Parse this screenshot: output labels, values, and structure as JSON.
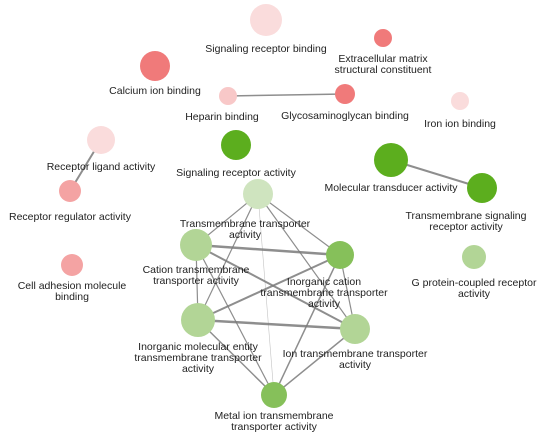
{
  "colors": {
    "red_strong": "#f07a7a",
    "red_medium": "#f4a3a3",
    "red_light": "#f8c8c8",
    "red_pale": "#fadcdc",
    "green_strong": "#5cae1e",
    "green_medium": "#86c05a",
    "green_light": "#b2d596",
    "green_pale": "#cfe4bf",
    "edge": "#7a7a7a"
  },
  "nodes": [
    {
      "id": "signaling-receptor-binding",
      "label": [
        "Signaling receptor binding"
      ],
      "color": "red_pale"
    },
    {
      "id": "extracellular-matrix-structural-constituent",
      "label": [
        "Extracellular matrix",
        "structural constituent"
      ],
      "color": "red_strong"
    },
    {
      "id": "calcium-ion-binding",
      "label": [
        "Calcium ion binding"
      ],
      "color": "red_strong"
    },
    {
      "id": "heparin-binding",
      "label": [
        "Heparin binding"
      ],
      "color": "red_light"
    },
    {
      "id": "glycosaminoglycan-binding",
      "label": [
        "Glycosaminoglycan binding"
      ],
      "color": "red_strong"
    },
    {
      "id": "iron-ion-binding",
      "label": [
        "Iron ion binding"
      ],
      "color": "red_pale"
    },
    {
      "id": "receptor-ligand-activity",
      "label": [
        "Receptor ligand activity"
      ],
      "color": "red_pale"
    },
    {
      "id": "receptor-regulator-activity",
      "label": [
        "Receptor regulator activity"
      ],
      "color": "red_medium"
    },
    {
      "id": "cell-adhesion-molecule-binding",
      "label": [
        "Cell adhesion molecule",
        "binding"
      ],
      "color": "red_medium"
    },
    {
      "id": "signaling-receptor-activity",
      "label": [
        "Signaling receptor activity"
      ],
      "color": "green_strong"
    },
    {
      "id": "molecular-transducer-activity",
      "label": [
        "Molecular transducer activity"
      ],
      "color": "green_strong"
    },
    {
      "id": "transmembrane-signaling-receptor-activity",
      "label": [
        "Transmembrane signaling",
        "receptor activity"
      ],
      "color": "green_strong"
    },
    {
      "id": "g-protein-coupled-receptor-activity",
      "label": [
        "G protein-coupled receptor",
        "activity"
      ],
      "color": "green_light"
    },
    {
      "id": "transmembrane-transporter-activity",
      "label": [
        "Transmembrane transporter",
        "activity"
      ],
      "color": "green_pale"
    },
    {
      "id": "cation-transmembrane-transporter-activity",
      "label": [
        "Cation transmembrane",
        "transporter activity"
      ],
      "color": "green_light"
    },
    {
      "id": "inorganic-cation-transmembrane-transporter-activity",
      "label": [
        "Inorganic cation",
        "transmembrane transporter",
        "activity"
      ],
      "color": "green_medium"
    },
    {
      "id": "inorganic-molecular-entity-transmembrane-transporter-activity",
      "label": [
        "Inorganic molecular entity",
        "transmembrane transporter",
        "activity"
      ],
      "color": "green_light"
    },
    {
      "id": "ion-transmembrane-transporter-activity",
      "label": [
        "Ion transmembrane transporter",
        "activity"
      ],
      "color": "green_light"
    },
    {
      "id": "metal-ion-transmembrane-transporter-activity",
      "label": [
        "Metal ion transmembrane",
        "transporter activity"
      ],
      "color": "green_medium"
    }
  ],
  "edges": [
    {
      "source": "heparin-binding",
      "target": "glycosaminoglycan-binding",
      "weight": 1.5
    },
    {
      "source": "receptor-ligand-activity",
      "target": "receptor-regulator-activity",
      "weight": 2
    },
    {
      "source": "molecular-transducer-activity",
      "target": "transmembrane-signaling-receptor-activity",
      "weight": 2
    },
    {
      "source": "transmembrane-transporter-activity",
      "target": "cation-transmembrane-transporter-activity",
      "weight": 1.2
    },
    {
      "source": "transmembrane-transporter-activity",
      "target": "inorganic-cation-transmembrane-transporter-activity",
      "weight": 1.2
    },
    {
      "source": "transmembrane-transporter-activity",
      "target": "inorganic-molecular-entity-transmembrane-transporter-activity",
      "weight": 1.2
    },
    {
      "source": "transmembrane-transporter-activity",
      "target": "ion-transmembrane-transporter-activity",
      "weight": 1.2
    },
    {
      "source": "transmembrane-transporter-activity",
      "target": "metal-ion-transmembrane-transporter-activity",
      "weight": 0.6
    },
    {
      "source": "cation-transmembrane-transporter-activity",
      "target": "inorganic-cation-transmembrane-transporter-activity",
      "weight": 2.5
    },
    {
      "source": "cation-transmembrane-transporter-activity",
      "target": "inorganic-molecular-entity-transmembrane-transporter-activity",
      "weight": 1.2
    },
    {
      "source": "cation-transmembrane-transporter-activity",
      "target": "ion-transmembrane-transporter-activity",
      "weight": 2
    },
    {
      "source": "cation-transmembrane-transporter-activity",
      "target": "metal-ion-transmembrane-transporter-activity",
      "weight": 1.2
    },
    {
      "source": "inorganic-cation-transmembrane-transporter-activity",
      "target": "inorganic-molecular-entity-transmembrane-transporter-activity",
      "weight": 2
    },
    {
      "source": "inorganic-cation-transmembrane-transporter-activity",
      "target": "ion-transmembrane-transporter-activity",
      "weight": 1.2
    },
    {
      "source": "inorganic-cation-transmembrane-transporter-activity",
      "target": "metal-ion-transmembrane-transporter-activity",
      "weight": 1.5
    },
    {
      "source": "inorganic-molecular-entity-transmembrane-transporter-activity",
      "target": "ion-transmembrane-transporter-activity",
      "weight": 2.5
    },
    {
      "source": "inorganic-molecular-entity-transmembrane-transporter-activity",
      "target": "metal-ion-transmembrane-transporter-activity",
      "weight": 1.5
    },
    {
      "source": "ion-transmembrane-transporter-activity",
      "target": "metal-ion-transmembrane-transporter-activity",
      "weight": 1.5
    }
  ]
}
